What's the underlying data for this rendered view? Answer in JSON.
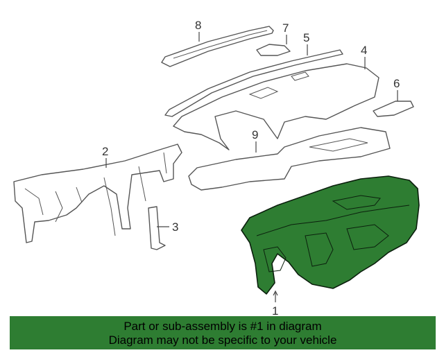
{
  "colors": {
    "highlight": "#2e7d32",
    "banner": "#2e7d32",
    "outline": "#555555"
  },
  "callouts": [
    {
      "id": "1",
      "label": "1"
    },
    {
      "id": "2",
      "label": "2"
    },
    {
      "id": "3",
      "label": "3"
    },
    {
      "id": "4",
      "label": "4"
    },
    {
      "id": "5",
      "label": "5"
    },
    {
      "id": "6",
      "label": "6"
    },
    {
      "id": "7",
      "label": "7"
    },
    {
      "id": "8",
      "label": "8"
    },
    {
      "id": "9",
      "label": "9"
    }
  ],
  "banner": {
    "line1": "Part or sub-assembly is #1 in diagram",
    "line2": "Diagram may not be specific to your vehicle"
  }
}
